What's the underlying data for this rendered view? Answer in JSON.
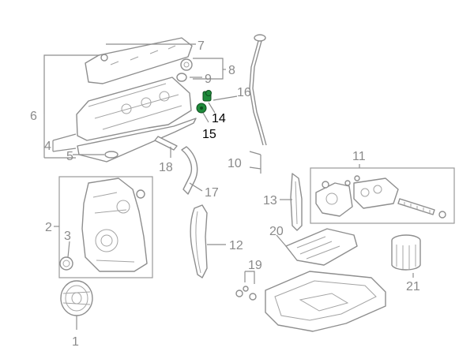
{
  "callouts": {
    "c1": "1",
    "c2": "2",
    "c3": "3",
    "c4": "4",
    "c5": "5",
    "c6": "6",
    "c7": "7",
    "c8": "8",
    "c9": "9",
    "c10": "10",
    "c11": "11",
    "c12": "12",
    "c13": "13",
    "c14": "14",
    "c15": "15",
    "c16": "16",
    "c17": "17",
    "c18": "18",
    "c19": "19",
    "c20": "20",
    "c21": "21"
  },
  "highlighted_parts": [
    "14",
    "15"
  ],
  "colors": {
    "line": "#8e8e8e",
    "highlight": "#1e8a3a",
    "highlight_text": "#000000"
  }
}
